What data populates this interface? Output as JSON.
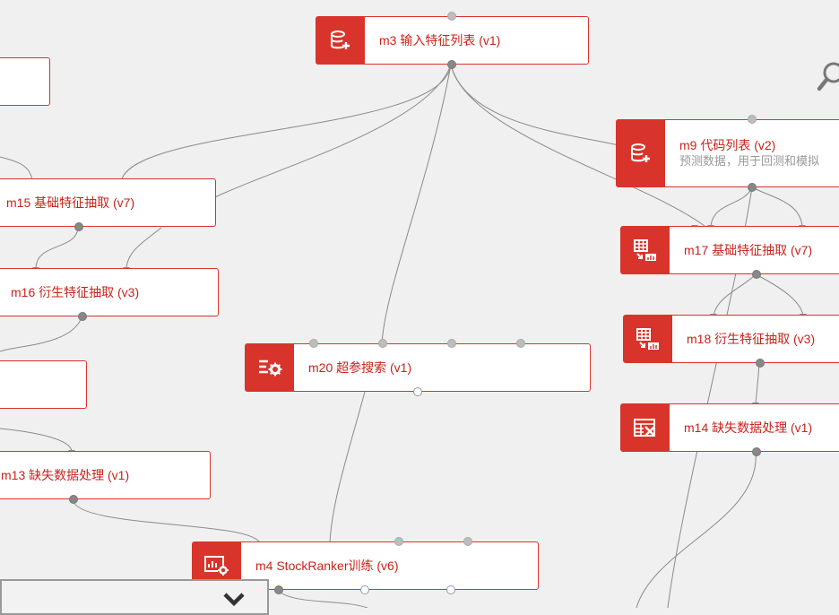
{
  "nodes": {
    "m3": {
      "title": "m3 输入特征列表 (v1)",
      "icon": "database-plus-icon"
    },
    "m9": {
      "title": "m9 代码列表 (v2)",
      "subtitle": "预测数据，用于回测和模拟",
      "icon": "database-plus-icon"
    },
    "m15": {
      "title": "m15 基础特征抽取 (v7)"
    },
    "m16": {
      "title": "m16 衍生特征抽取 (v3)"
    },
    "m13": {
      "title": "m13 缺失数据处理 (v1)"
    },
    "m20": {
      "title": "m20 超参搜索 (v1)",
      "icon": "list-gear-icon"
    },
    "m17": {
      "title": "m17 基础特征抽取 (v7)",
      "icon": "table-chart-icon"
    },
    "m18": {
      "title": "m18 衍生特征抽取 (v3)",
      "icon": "table-chart-icon"
    },
    "m14": {
      "title": "m14 缺失数据处理 (v1)",
      "icon": "table-x-icon"
    },
    "m4": {
      "title": "m4 StockRanker训练 (v6)",
      "icon": "chart-gear-icon"
    }
  },
  "colors": {
    "accent": "#d9342b",
    "text_accent": "#c8231b",
    "edge": "#8a8a8a",
    "canvas": "#f0f0f0"
  },
  "toolbar": {
    "search_icon": "search-icon"
  },
  "panel": {
    "toggle_icon": "chevron-down-icon"
  }
}
